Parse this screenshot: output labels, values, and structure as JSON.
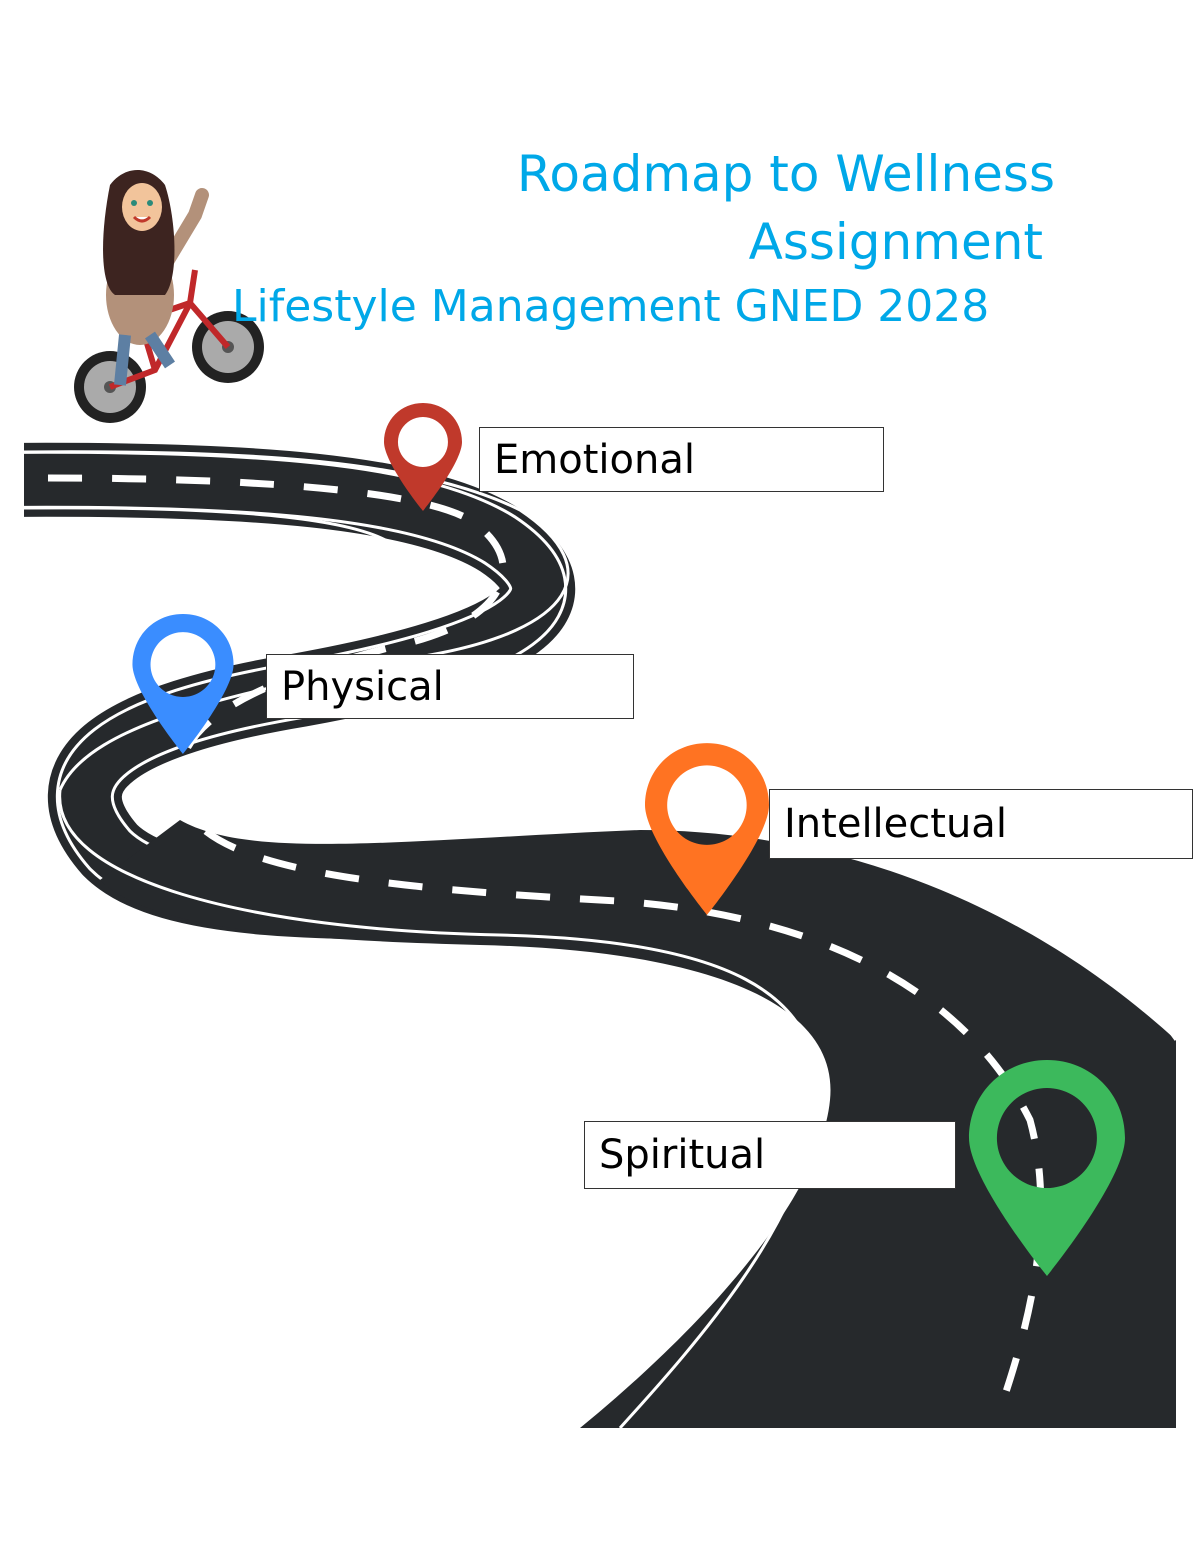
{
  "document": {
    "title_line1": "Roadmap to Wellness",
    "title_line2": "Assignment",
    "subtitle": "Lifestyle Management GNED 2028",
    "title_color": "#00a8e8"
  },
  "illustration": {
    "avatar": "bitmoji-girl-on-red-bicycle",
    "road_color": "#26292c",
    "lane_color": "#ffffff"
  },
  "milestones": [
    {
      "label": "Emotional",
      "pin_color": "#c0392b",
      "icon": "map-pin-icon"
    },
    {
      "label": "Physical",
      "pin_color": "#3a8dff",
      "icon": "map-pin-icon"
    },
    {
      "label": "Intellectual",
      "pin_color": "#ff7322",
      "icon": "map-pin-icon"
    },
    {
      "label": "Spiritual",
      "pin_color": "#3cb95c",
      "icon": "map-pin-icon"
    }
  ]
}
